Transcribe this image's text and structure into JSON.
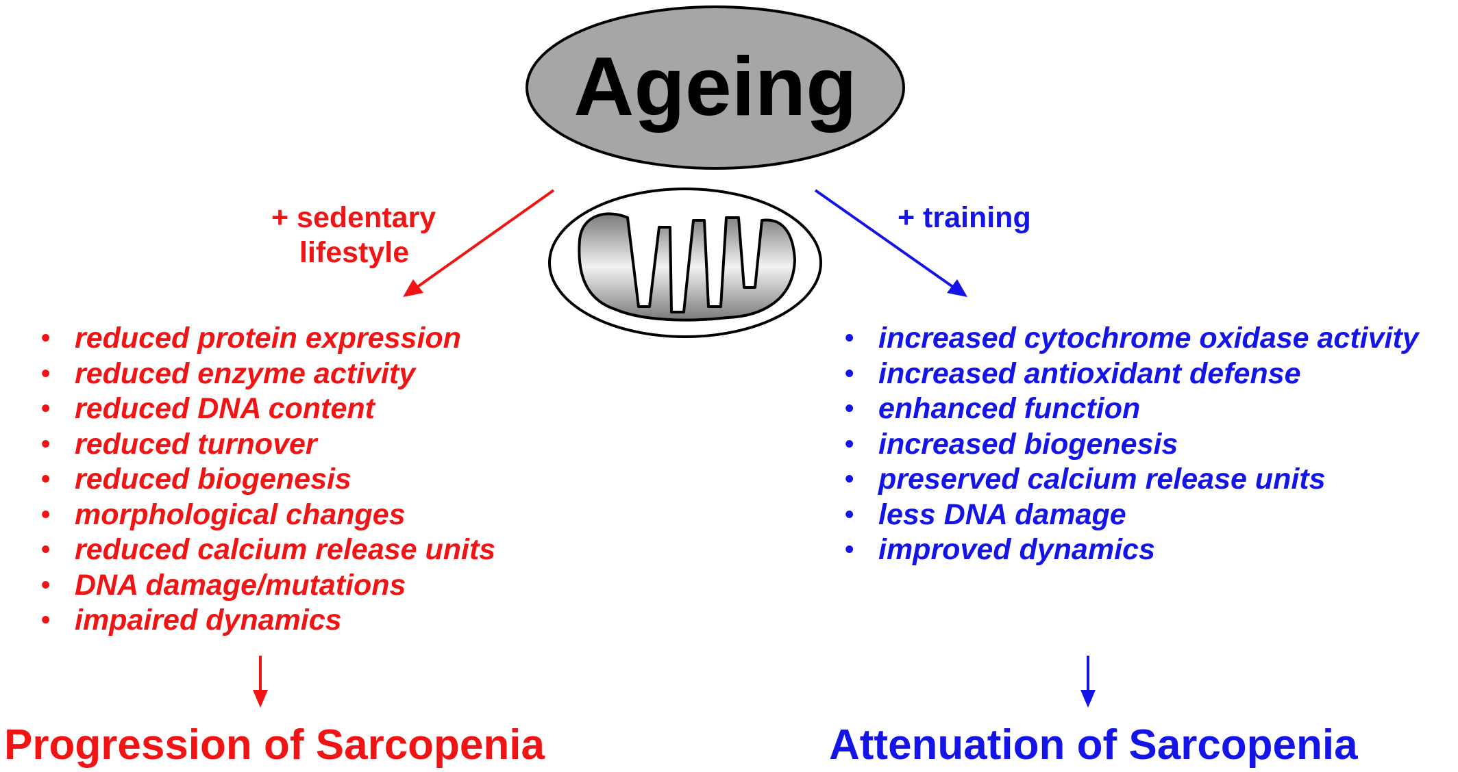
{
  "title": "Ageing",
  "left_branch": {
    "label_line1": "+ sedentary",
    "label_line2": "lifestyle",
    "items": [
      "reduced protein expression",
      "reduced enzyme activity",
      "reduced DNA content",
      "reduced turnover",
      "reduced biogenesis",
      "morphological changes",
      "reduced calcium release units",
      "DNA damage/mutations",
      "impaired dynamics"
    ],
    "outcome": "Progression of Sarcopenia"
  },
  "right_branch": {
    "label": "+ training",
    "items": [
      "increased cytochrome oxidase activity",
      "increased antioxidant defense",
      "enhanced function",
      "increased biogenesis",
      "preserved calcium release units",
      "less DNA damage",
      "improved dynamics"
    ],
    "outcome": "Attenuation of Sarcopenia"
  },
  "bullet_symbol": "•",
  "colors": {
    "left": "#f01414",
    "right": "#1414e6",
    "ageing_fill": "#a6a6a6",
    "outline": "#000000"
  },
  "icons": {
    "center": "mitochondrion-icon"
  }
}
